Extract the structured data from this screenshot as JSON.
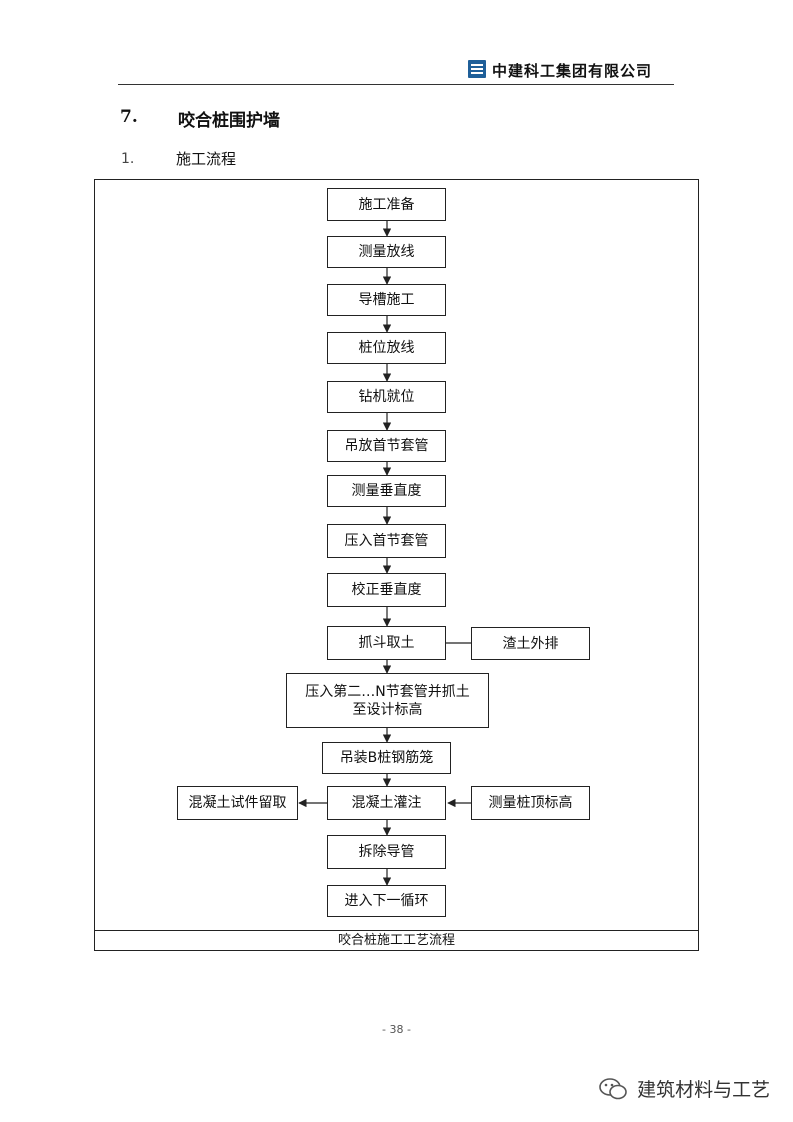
{
  "header": {
    "company": "中建科工集团有限公司"
  },
  "section": {
    "number": "7.",
    "title": "咬合桩围护墙"
  },
  "subsection": {
    "number": "1.",
    "title": "施工流程"
  },
  "flowchart": {
    "steps": [
      "施工准备",
      "测量放线",
      "导槽施工",
      "桩位放线",
      "钻机就位",
      "吊放首节套管",
      "测量垂直度",
      "压入首节套管",
      "校正垂直度",
      "抓斗取土",
      "压入第二…N节套管并抓土",
      "至设计标高",
      "吊装B桩钢筋笼",
      "混凝土灌注",
      "拆除导管",
      "进入下一循环"
    ],
    "side_boxes": {
      "slag_discharge": "渣土外排",
      "specimen_retention": "混凝土试件留取",
      "measure_pile_top": "测量桩顶标高"
    },
    "caption": "咬合桩施工工艺流程"
  },
  "footer": {
    "page_number": "- 38 -"
  },
  "watermark": {
    "text": "建筑材料与工艺"
  }
}
